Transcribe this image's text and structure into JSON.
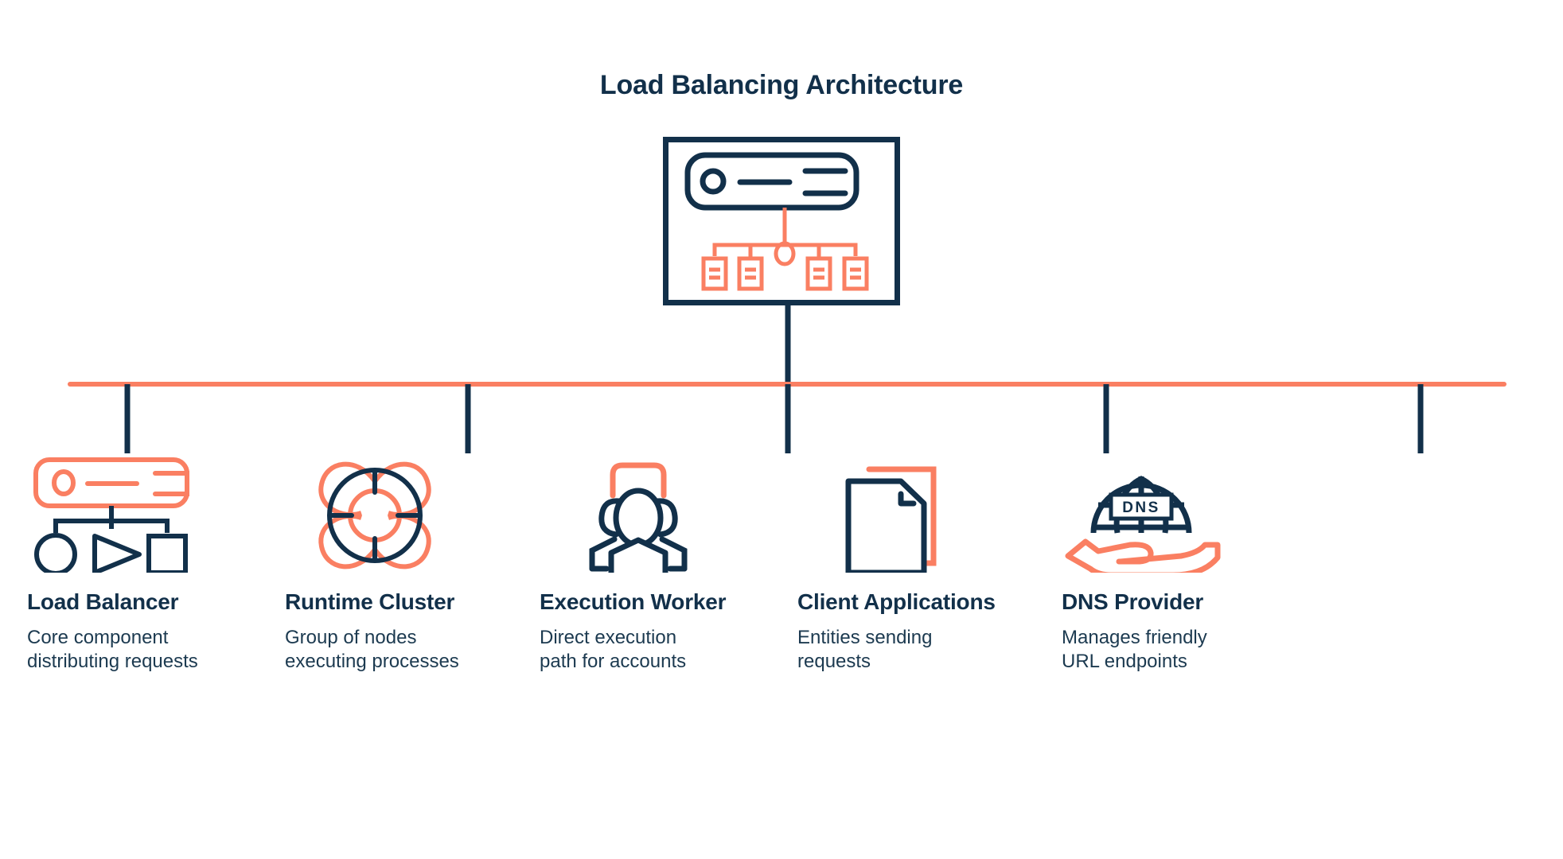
{
  "title": "Load Balancing Architecture",
  "colors": {
    "navy": "#12304a",
    "coral": "#fa7f62",
    "background": "#ffffff"
  },
  "hero": {
    "icon_name": "load-balancer-hero-icon",
    "description": "Framed load balancer illustration: navy rounded server bar over coral distribution tree with four nodes"
  },
  "connector": {
    "name": "horizontal-bus-line",
    "color": "#fa7f62",
    "stem_color": "#12304a"
  },
  "nodes": [
    {
      "icon_name": "load-balancer-icon",
      "title": "Load Balancer",
      "desc_line1": "Core component",
      "desc_line2": "distributing requests"
    },
    {
      "icon_name": "life-ring-cluster-icon",
      "title": "Runtime Cluster",
      "desc_line1": "Group of nodes",
      "desc_line2": "executing processes"
    },
    {
      "icon_name": "user-group-icon",
      "title": "Execution Worker",
      "desc_line1": "Direct execution",
      "desc_line2": "path for accounts"
    },
    {
      "icon_name": "document-icon",
      "title": "Client Applications",
      "desc_line1": "Entities sending",
      "desc_line2": "requests"
    },
    {
      "icon_name": "dns-globe-hand-icon",
      "title": "DNS Provider",
      "desc_line1": "Manages friendly",
      "desc_line2": "URL endpoints",
      "globe_label": "DNS"
    }
  ]
}
